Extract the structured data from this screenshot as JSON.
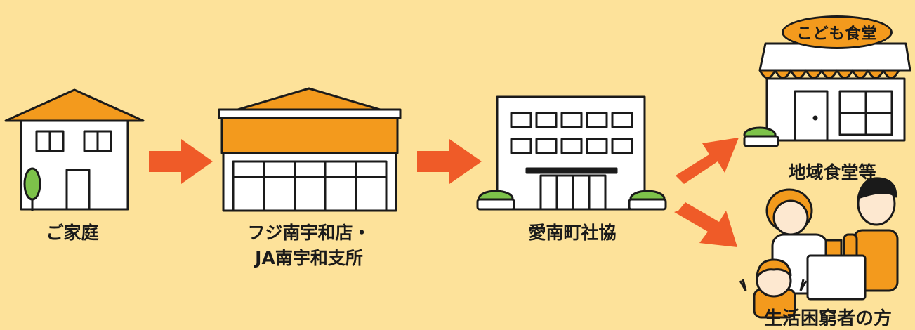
{
  "colors": {
    "background": "#fde29a",
    "orange": "#f39a1d",
    "arrow": "#ef5b28",
    "bush": "#7dc24a",
    "outline": "#1a1a1a"
  },
  "nodes": {
    "household": {
      "label": "ご家庭"
    },
    "store": {
      "label_line1": "フジ南宇和店・",
      "label_line2": "JA南宇和支所"
    },
    "council": {
      "label": "愛南町社協"
    },
    "cafeteria": {
      "label": "地域食堂等",
      "sign": "こども食堂"
    },
    "needy": {
      "label": "生活困窮者の方"
    }
  }
}
